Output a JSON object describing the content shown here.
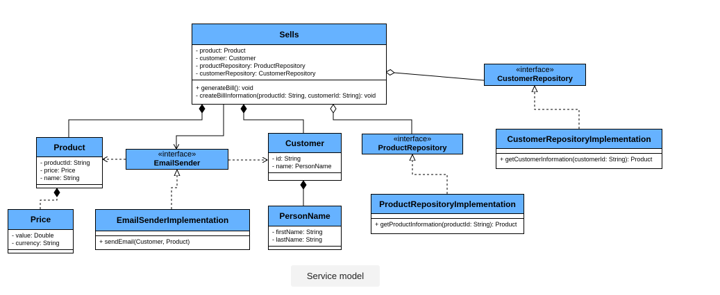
{
  "caption": "Service model",
  "classes": {
    "sells": {
      "name": "Sells",
      "attributes": [
        "- product: Product",
        "- customer: Customer",
        "- productRepository: ProductRepository",
        "- customerRepository: CustomerRepository"
      ],
      "methods": [
        "+ generateBill(): void",
        "- createBillInformation(productId: String, customerId: String): void"
      ]
    },
    "product": {
      "name": "Product",
      "attributes": [
        "- productId: String",
        "- price: Price",
        "- name: String"
      ]
    },
    "price": {
      "name": "Price",
      "attributes": [
        "- value: Double",
        "- currency: String"
      ]
    },
    "customer": {
      "name": "Customer",
      "attributes": [
        "- id: String",
        "- name: PersonName"
      ]
    },
    "person_name": {
      "name": "PersonName",
      "attributes": [
        "- firstName: String",
        "- lastName: String"
      ]
    },
    "email_sender_impl": {
      "name": "EmailSenderImplementation",
      "methods": [
        "+ sendEmail(Customer, Product)"
      ]
    },
    "product_repository_impl": {
      "name": "ProductRepositoryImplementation",
      "methods": [
        "+ getProductInformation(productId: String): Product"
      ]
    },
    "customer_repository_impl": {
      "name": "CustomerRepositoryImplementation",
      "methods": [
        "+ getCustomerInformation(customerId: String): Product"
      ]
    }
  },
  "interfaces": {
    "email_sender": {
      "stereotype": "«interface»",
      "name": "EmailSender"
    },
    "product_repository": {
      "stereotype": "«interface»",
      "name": "ProductRepository"
    },
    "customer_repository": {
      "stereotype": "«interface»",
      "name": "CustomerRepository"
    }
  },
  "colors": {
    "class_header": "#66b2ff",
    "border": "#000000",
    "caption_bg": "#f3f3f3"
  }
}
